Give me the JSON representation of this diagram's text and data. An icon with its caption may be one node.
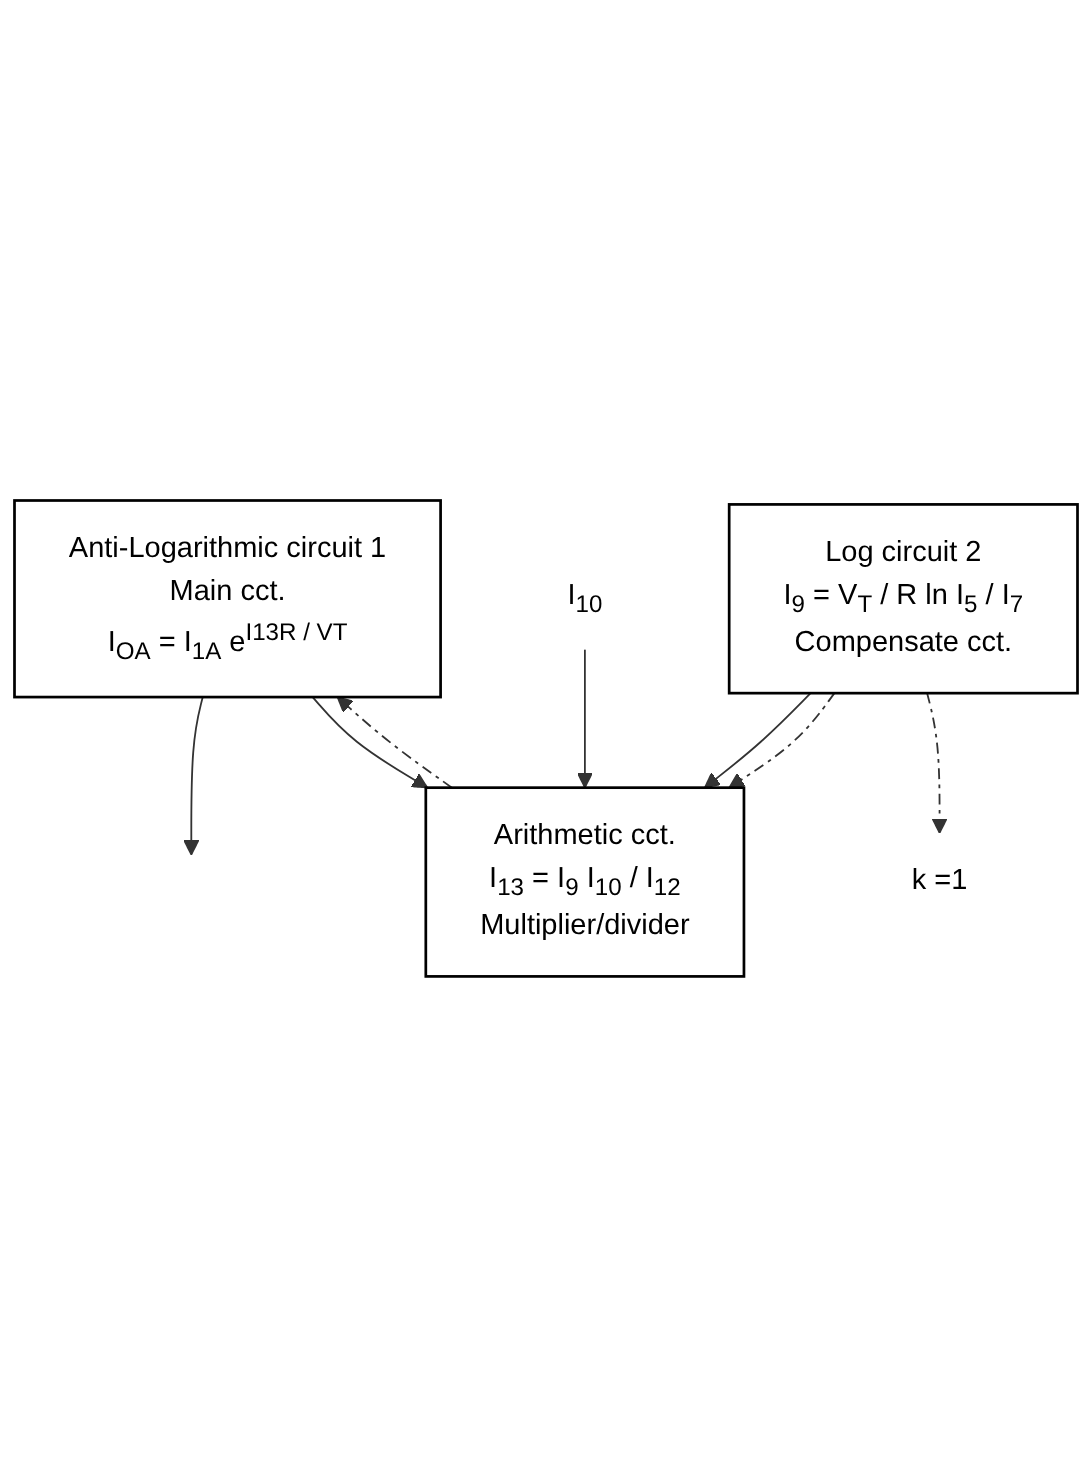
{
  "diagram": {
    "nodes": [
      {
        "text": [
          "Anti-Logarithmic circuit 1",
          "Main cct.",
          "I$_{OA}$ = I$_{1A}$ e$^{I13R / VT}$"
        ]
      },
      {
        "text": [
          "Arithmetic cct.",
          "I$_{13}$ = I$_{9}$ I$_{10}$ / I$_{12}$",
          "Multiplier/divider"
        ]
      },
      {
        "text": [
          "Log circuit 2",
          "I$_{9}$ = V$_{T}$ / R ln I$_{5}$ / I$_{7}$",
          "Compensate cct."
        ]
      },
      {
        "text": [
          "I$_{10}$"
        ]
      },
      {
        "text": [
          "k =1"
        ]
      }
    ],
    "edges": [
      {
        "from": 0,
        "to": null,
        "arrow": "to"
      },
      {
        "from": 0,
        "to": 1,
        "arrow": "to"
      },
      {
        "from": 3,
        "to": 1,
        "arrow": "to"
      },
      {
        "from": 2,
        "to": 1,
        "arrow": "to"
      },
      {
        "from": 1,
        "to": 0,
        "arrow": "to",
        "style": "dashed"
      },
      {
        "from": 2,
        "to": 1,
        "arrow": "to",
        "style": "dashed"
      },
      {
        "from": 2,
        "to": 4,
        "arrow": "to",
        "style": "dashed"
      }
    ]
  }
}
